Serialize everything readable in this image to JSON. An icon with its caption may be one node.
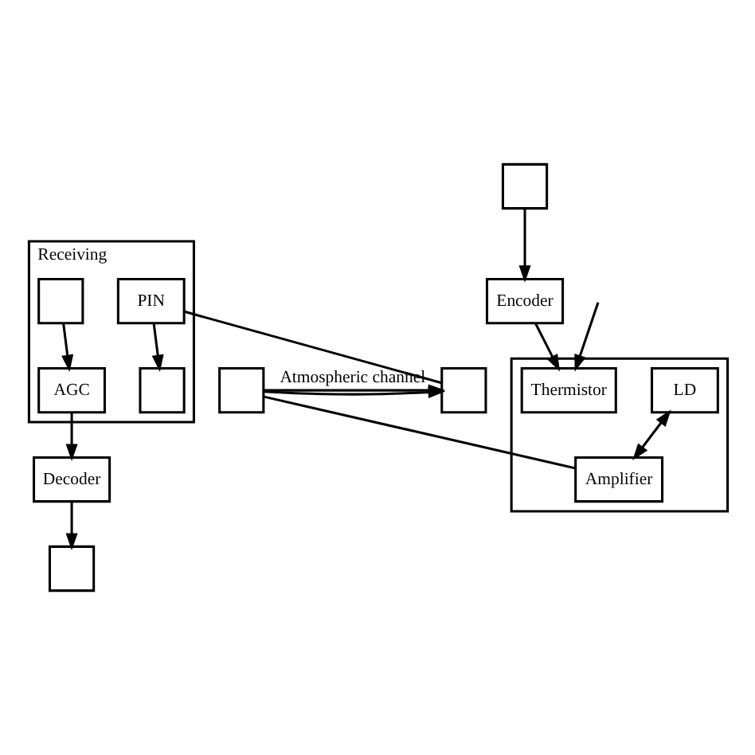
{
  "diagram": {
    "nodes": [
      {
        "text": [],
        "shape": "box"
      },
      {
        "text": [
          "LD"
        ],
        "in": 0
      },
      {
        "text": [
          "Amplifier"
        ],
        "in": 0
      },
      {
        "text": [
          "Thermistor"
        ],
        "in": 0
      },
      {
        "text": [],
        "shape": "box"
      },
      {
        "text": [],
        "shape": "box"
      },
      {
        "text": [
          "Receiving"
        ]
      },
      {
        "text": [
          "PIN"
        ],
        "in": 6
      },
      {
        "text": [],
        "shape": "box",
        "in": 6
      },
      {
        "text": [
          "AGC"
        ],
        "in": 6
      },
      {
        "text": [],
        "shape": "box",
        "in": 6
      },
      {
        "text": [
          "Decoder"
        ]
      },
      {
        "text": [],
        "shape": "box"
      },
      {
        "text": [
          "Encoder"
        ]
      },
      {
        "text": [],
        "shape": "box"
      }
    ],
    "edges": [
      {
        "from": 4,
        "to": 5,
        "arrow": "to",
        "label": "Atmospheric channel"
      },
      {
        "from": 4,
        "to": 5,
        "arrow": "to"
      },
      {
        "from": 2,
        "to": 4,
        "arrow": "none"
      },
      {
        "from": 5,
        "to": 7,
        "arrow": "none"
      },
      {
        "from": 1,
        "to": 2,
        "arrow": "both"
      },
      {
        "from": null,
        "to": 3,
        "arrow": "to"
      },
      {
        "from": 13,
        "to": 3,
        "arrow": "to"
      },
      {
        "from": 14,
        "to": 13,
        "arrow": "to"
      },
      {
        "from": 7,
        "to": 8,
        "arrow": "to"
      },
      {
        "from": 10,
        "to": 9,
        "arrow": "to"
      },
      {
        "from": 9,
        "to": 11,
        "arrow": "to"
      },
      {
        "from": 11,
        "to": 12,
        "arrow": "to"
      }
    ]
  }
}
